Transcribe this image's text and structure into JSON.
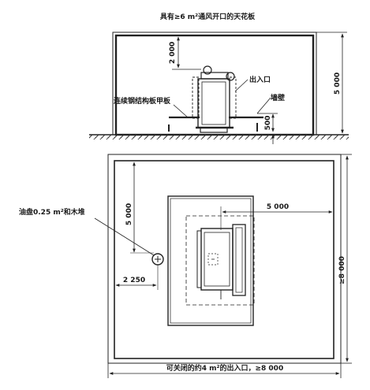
{
  "elevation": {
    "ceiling_label": "具有≥6 m²通风开口的天花板",
    "exit_label": "出入口",
    "wall_label": "墙壁",
    "plate_label": "连续钢结构板甲板",
    "dim_top_clearance": "2 000",
    "dim_height": "5 000",
    "dim_wall_height": "500"
  },
  "plan": {
    "fire_label": "油盘0.25 m²和木堆",
    "dim_fire_y": "5 000",
    "dim_fire_x": "2 250",
    "dim_center_x": "5 000",
    "dim_side": "≥8 000",
    "exit_label": "可关闭的约4 m²的出入口，≥8 000"
  }
}
